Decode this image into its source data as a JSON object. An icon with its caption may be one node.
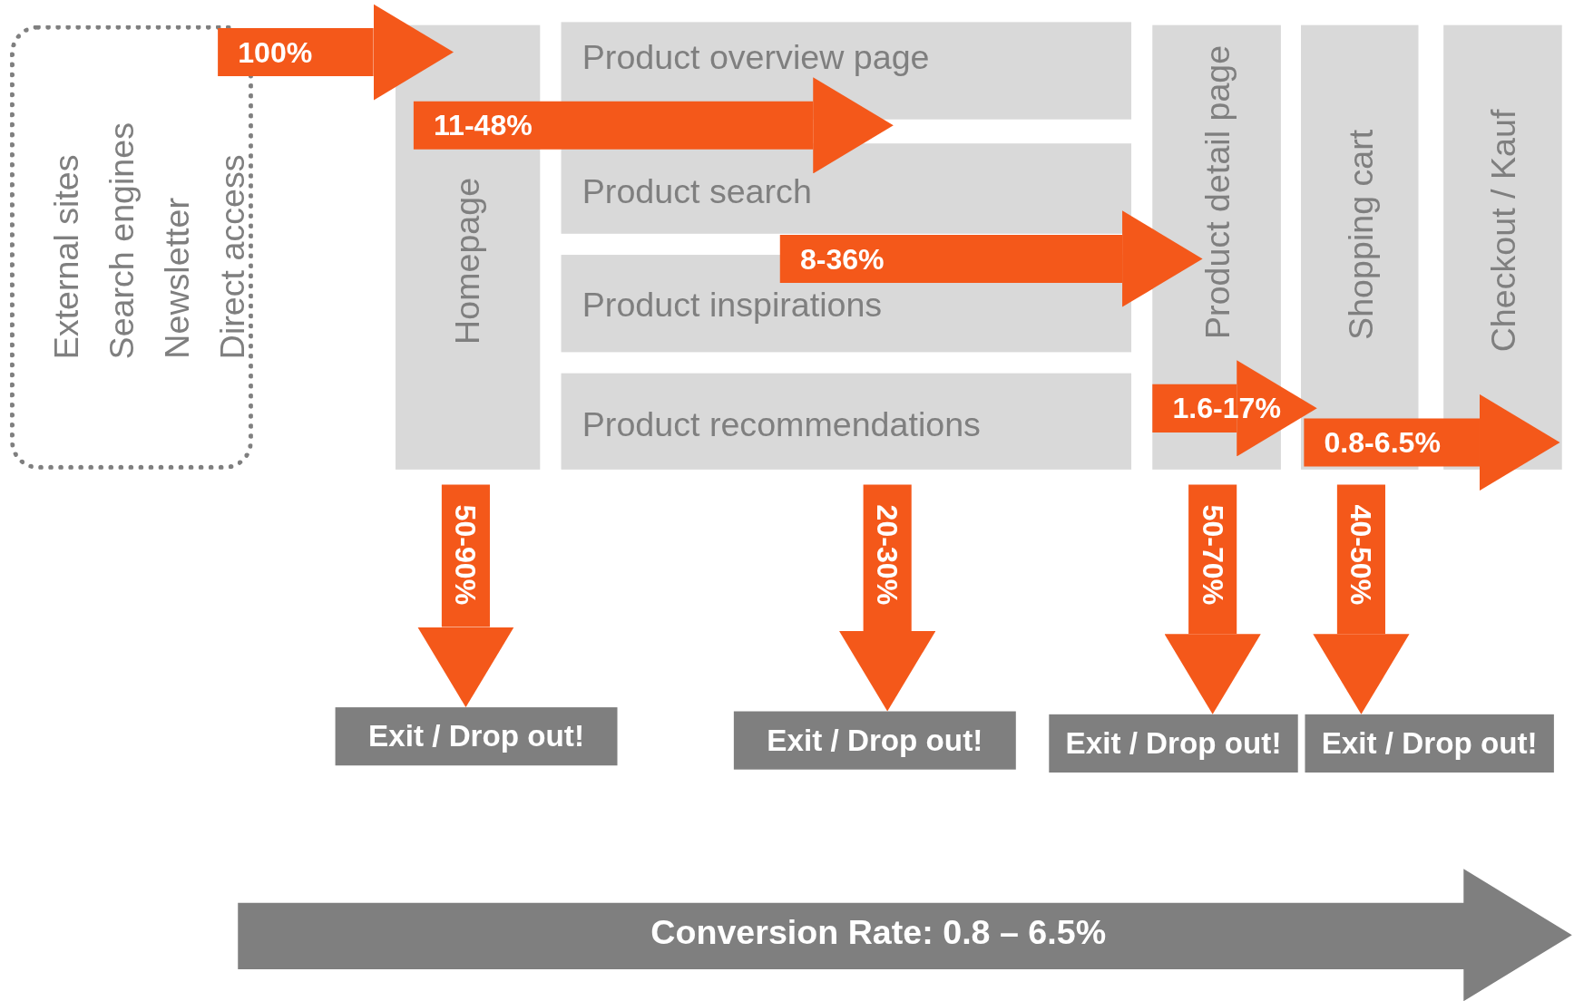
{
  "diagram": {
    "nodes": [
      {
        "text": [
          "External sites",
          "Search engines",
          "Newsletter",
          "Direct access"
        ]
      },
      {
        "text": [
          "Homepage"
        ]
      },
      {
        "text": [
          "Product overview page"
        ]
      },
      {
        "text": [
          "Product search"
        ]
      },
      {
        "text": [
          "Product inspirations"
        ]
      },
      {
        "text": [
          "Product recommendations"
        ]
      },
      {
        "text": [
          "Product detail page"
        ]
      },
      {
        "text": [
          "Shopping cart"
        ]
      },
      {
        "text": [
          "Checkout / Kauf"
        ]
      },
      {
        "text": [
          "Exit / Drop out!"
        ]
      },
      {
        "text": [
          "Exit / Drop out!"
        ]
      },
      {
        "text": [
          "Exit / Drop out!"
        ]
      },
      {
        "text": [
          "Exit / Drop out!"
        ]
      }
    ],
    "edges": [
      {
        "from": 0,
        "to": 1,
        "arrow": "to",
        "label": "100%"
      },
      {
        "from": 1,
        "to": 2,
        "arrow": "to",
        "label": "11-48%"
      },
      {
        "from": 4,
        "to": 6,
        "arrow": "to",
        "label": "8-36%"
      },
      {
        "from": 6,
        "to": 7,
        "arrow": "to",
        "label": "1.6-17%"
      },
      {
        "from": 7,
        "to": 8,
        "arrow": "to",
        "label": "0.8-6.5%"
      },
      {
        "from": 1,
        "to": 9,
        "arrow": "to",
        "label": "50-90%"
      },
      {
        "from": 5,
        "to": 10,
        "arrow": "to",
        "label": "20-30%"
      },
      {
        "from": 6,
        "to": 11,
        "arrow": "to",
        "label": "50-70%"
      },
      {
        "from": 7,
        "to": 12,
        "arrow": "to",
        "label": "40-50%"
      }
    ],
    "labels": [
      "Conversion Rate: 0.8 – 6.5%"
    ]
  }
}
